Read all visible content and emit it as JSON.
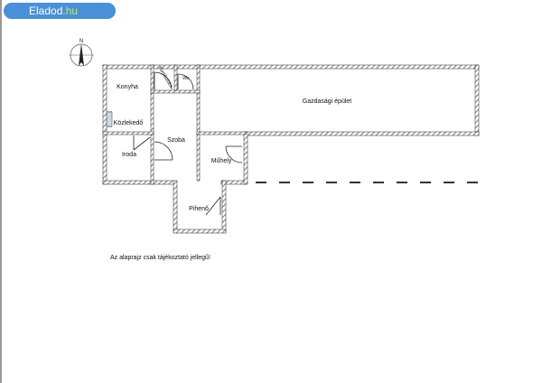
{
  "header": {
    "brand_name": "Eladod",
    "brand_tld": ".hu",
    "accent_color": "#4a90d9",
    "tld_color": "#b6f06a"
  },
  "compass": {
    "north_label": "N",
    "icon": "north-arrow-icon"
  },
  "rooms": {
    "konyha": "Konyha",
    "furdoszoba": "Fürdőszoba",
    "wc": "Wc",
    "gazdasagi_epulet": "Gazdasági épület",
    "kozlekedo": "Közlekedő",
    "szoba": "Szoba",
    "iroda": "Iroda",
    "muhely": "Műhely",
    "piheno": "Pihenő"
  },
  "footer": {
    "disclaimer": "Az alaprajz csak tájékoztató jellegű!"
  }
}
